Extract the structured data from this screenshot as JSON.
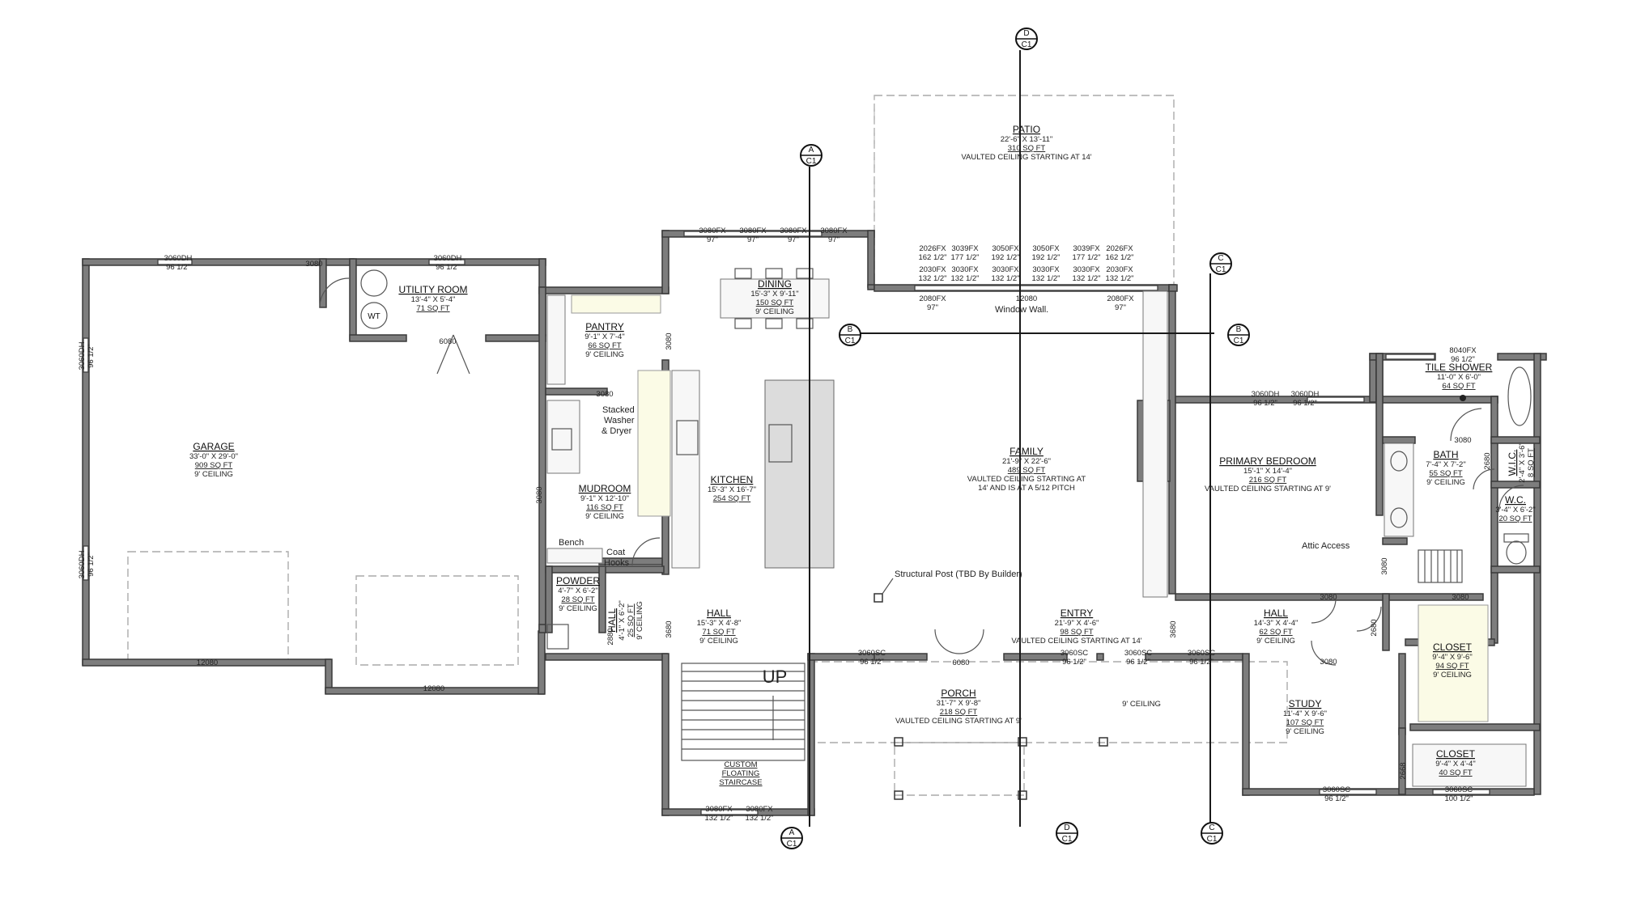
{
  "rooms": {
    "garage": {
      "name": "GARAGE",
      "size": "33'-0\" X 29'-0\"",
      "area": "909 SQ FT",
      "ceiling": "9' CEILING"
    },
    "utility": {
      "name": "UTILITY ROOM",
      "size": "13'-4\" X 5'-4\"",
      "area": "71 SQ FT"
    },
    "pantry": {
      "name": "PANTRY",
      "size": "9'-1\" X 7'-4\"",
      "area": "66 SQ FT",
      "ceiling": "9' CEILING"
    },
    "mudroom": {
      "name": "MUDROOM",
      "size": "9'-1\" X 12'-10\"",
      "area": "116 SQ FT",
      "ceiling": "9' CEILING"
    },
    "powder": {
      "name": "POWDER",
      "size": "4'-7\" X 6'-2\"",
      "area": "28 SQ FT",
      "ceiling": "9' CEILING"
    },
    "hall_small": {
      "name": "HALL",
      "size": "4'-1\" X 6'-2\"",
      "area": "25 SQ FT",
      "ceiling": "9' CEILING"
    },
    "dining": {
      "name": "DINING",
      "size": "15'-3\" X 9'-11\"",
      "area": "150 SQ FT",
      "ceiling": "9' CEILING"
    },
    "kitchen": {
      "name": "KITCHEN",
      "size": "15'-3\" X 16'-7\"",
      "area": "254 SQ FT"
    },
    "hall_main": {
      "name": "HALL",
      "size": "15'-3\" X 4'-8\"",
      "area": "71 SQ FT",
      "ceiling": "9' CEILING"
    },
    "staircase": {
      "l1": "CUSTOM",
      "l2": "FLOATING",
      "l3": "STAIRCASE"
    },
    "patio": {
      "name": "PATIO",
      "size": "22'-6\" X 13'-11\"",
      "area": "310 SQ FT",
      "ceiling": "VAULTED CEILING STARTING AT 14'"
    },
    "family": {
      "name": "FAMILY",
      "size": "21'-9\" X 22'-6\"",
      "area": "489 SQ FT",
      "ceiling1": "VAULTED CEILING STARTING AT",
      "ceiling2": "14' AND IS AT A 5/12 PITCH"
    },
    "entry": {
      "name": "ENTRY",
      "size": "21'-9\" X 4'-6\"",
      "area": "98 SQ FT",
      "ceiling": "VAULTED CEILING STARTING AT 14'"
    },
    "porch": {
      "name": "PORCH",
      "size": "31'-7\" X 9'-8\"",
      "area": "218 SQ FT",
      "ceiling": "VAULTED CEILING STARTING AT 9'"
    },
    "primary": {
      "name": "PRIMARY BEDROOM",
      "size": "15'-1\" X 14'-4\"",
      "area": "216 SQ FT",
      "ceiling": "VAULTED CEILING STARTING AT 9'"
    },
    "tile_shower": {
      "name": "TILE SHOWER",
      "size": "11'-0\" X 6'-0\"",
      "area": "64 SQ FT"
    },
    "bath": {
      "name": "BATH",
      "size": "7'-4\" X 7'-2\"",
      "area": "55 SQ FT",
      "ceiling": "9' CEILING"
    },
    "wic": {
      "name": "W.I.C.",
      "size": "2'-4\" X 3'-6\"",
      "area": "8 SQ FT"
    },
    "wc": {
      "name": "W.C.",
      "size": "3'-4\" X 6'-2\"",
      "area": "20 SQ FT"
    },
    "hall_right": {
      "name": "HALL",
      "size": "14'-3\" X 4'-4\"",
      "area": "62 SQ FT",
      "ceiling": "9' CEILING"
    },
    "closet1": {
      "name": "CLOSET",
      "size": "9'-4\" X 9'-6\"",
      "area": "94 SQ FT",
      "ceiling": "9' CEILING"
    },
    "study": {
      "name": "STUDY",
      "size": "11'-4\" X 9'-6\"",
      "area": "107 SQ FT",
      "ceiling": "9' CEILING"
    },
    "closet2": {
      "name": "CLOSET",
      "size": "9'-4\" X 4'-4\"",
      "area": "40 SQ FT"
    }
  },
  "notes": {
    "stacked1": "Stacked",
    "stacked2": "Washer",
    "stacked3": "& Dryer",
    "bench": "Bench",
    "coat1": "Coat",
    "coat2": "Hooks",
    "post": "Structural Post (TBD By Builder)",
    "window_wall": "Window Wall.",
    "attic": "Attic Access",
    "porch_ceiling": "9' CEILING",
    "up": "UP",
    "washer_label": "WT"
  },
  "openings": {
    "g_top1": "3060DH",
    "g_top1b": "96 1/2\"",
    "g_door": "3080",
    "u_top": "3060DH",
    "u_topb": "96 1/2\"",
    "u_door": "6080",
    "g_left1": "3060DH",
    "g_left1b": "96 1/2\"",
    "g_left2": "3060DH",
    "g_left2b": "96 1/2\"",
    "g_bot1": "12080",
    "g_bot2": "12080",
    "mud_door": "3080",
    "laundry_door": "3080",
    "pantry_door": "3080",
    "powder_door": "2880",
    "hall_door": "3680",
    "din1": "3080FX",
    "din1b": "97\"",
    "din2": "3080FX",
    "din2b": "97\"",
    "din3": "3080FX",
    "din3b": "97\"",
    "din4": "3080FX",
    "din4b": "97\"",
    "w1": "2026FX",
    "w1b": "162 1/2\"",
    "w2": "3039FX",
    "w2b": "177 1/2\"",
    "w3": "3050FX",
    "w3b": "192 1/2\"",
    "w4": "3050FX",
    "w4b": "192 1/2\"",
    "w5": "3039FX",
    "w5b": "177 1/2\"",
    "w6": "2026FX",
    "w6b": "162 1/2\"",
    "x1": "2030FX",
    "x1b": "132 1/2\"",
    "x2": "3030FX",
    "x2b": "132 1/2\"",
    "x3": "3030FX",
    "x3b": "132 1/2\"",
    "x4": "3030FX",
    "x4b": "132 1/2\"",
    "x5": "3030FX",
    "x5b": "132 1/2\"",
    "x6": "2030FX",
    "x6b": "132 1/2\"",
    "y1": "2080FX",
    "y1b": "97\"",
    "y2": "12080",
    "y3": "2080FX",
    "y3b": "97\"",
    "e1": "3060SC",
    "e1b": "96 1/2\"",
    "e2": "6080",
    "e3": "3060SC",
    "e3b": "96 1/2\"",
    "e4": "3060SC",
    "e4b": "96 1/2\"",
    "e5": "3060SC",
    "e5b": "96 1/2\"",
    "e6": "3680",
    "st1": "3080FX",
    "st1b": "132 1/2\"",
    "st2": "3080FX",
    "st2b": "132 1/2\"",
    "pb1": "3060DH",
    "pb1b": "96 1/2\"",
    "pb2": "3060DH",
    "pb2b": "96 1/2\"",
    "ts": "8040FX",
    "tsb": "96 1/2\"",
    "bath_door": "3080",
    "wic_door": "2680",
    "attic_door": "3080",
    "hall_r_door1": "3080",
    "hall_r_door2": "3080",
    "closet_door": "3080",
    "study_door": "3080",
    "side_door": "2680",
    "closet2_door": "2668",
    "s1": "3060SC",
    "s1b": "96 1/2\"",
    "s2": "3060SC",
    "s2b": "100 1/2\""
  },
  "sections": {
    "a_letter": "A",
    "a_sheet": "C1",
    "b_letter": "B",
    "b_sheet": "C1",
    "c_letter": "C",
    "c_sheet": "C1",
    "d_letter": "D",
    "d_sheet": "C1"
  }
}
